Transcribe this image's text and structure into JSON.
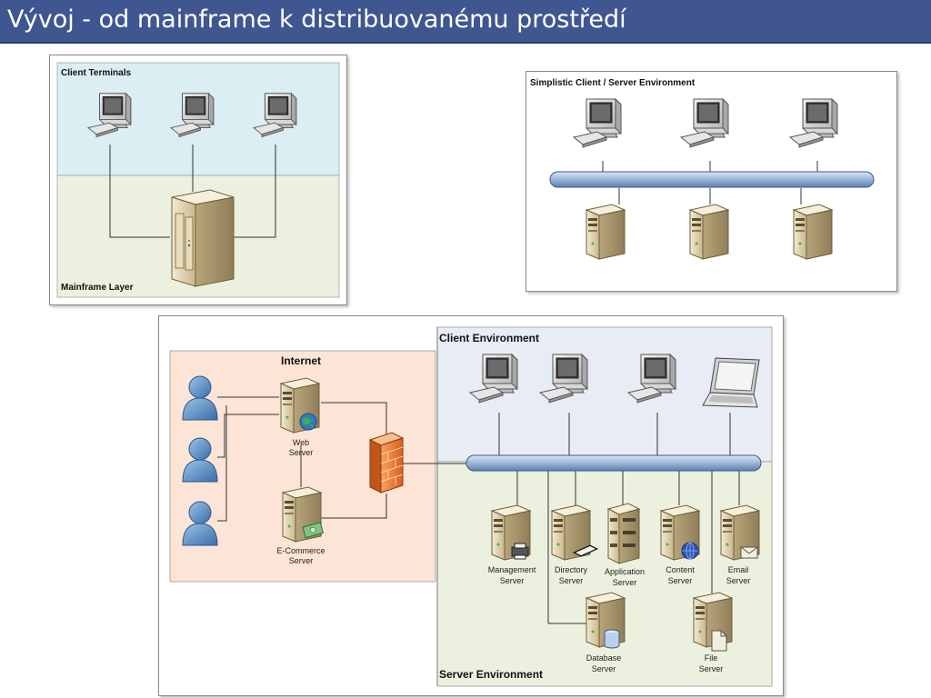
{
  "slide": {
    "title": "Vývoj - od mainframe k distribuovanému prostředí"
  },
  "mainframe": {
    "top_label": "Client Terminals",
    "bottom_label": "Mainframe Layer",
    "colors": {
      "top": "#daeef3",
      "bottom": "#ebf1de"
    }
  },
  "client_server": {
    "label": "Simplistic Client / Server Environment"
  },
  "distributed": {
    "internet_label": "Internet",
    "client_env_label": "Client Environment",
    "server_env_label": "Server Environment",
    "web_server": [
      "Web",
      "Server"
    ],
    "ecommerce_server": [
      "E-Commerce",
      "Server"
    ],
    "management_server": [
      "Management",
      "Server"
    ],
    "directory_server": [
      "Directory",
      "Server"
    ],
    "application_server": [
      "Application",
      "Server"
    ],
    "content_server": [
      "Content",
      "Server"
    ],
    "email_server": [
      "Email",
      "Server"
    ],
    "database_server": [
      "Database",
      "Server"
    ],
    "file_server": [
      "File",
      "Server"
    ],
    "colors": {
      "internet": "#fce4d6",
      "client": "#e8ecf4",
      "server": "#ebf1de"
    }
  }
}
